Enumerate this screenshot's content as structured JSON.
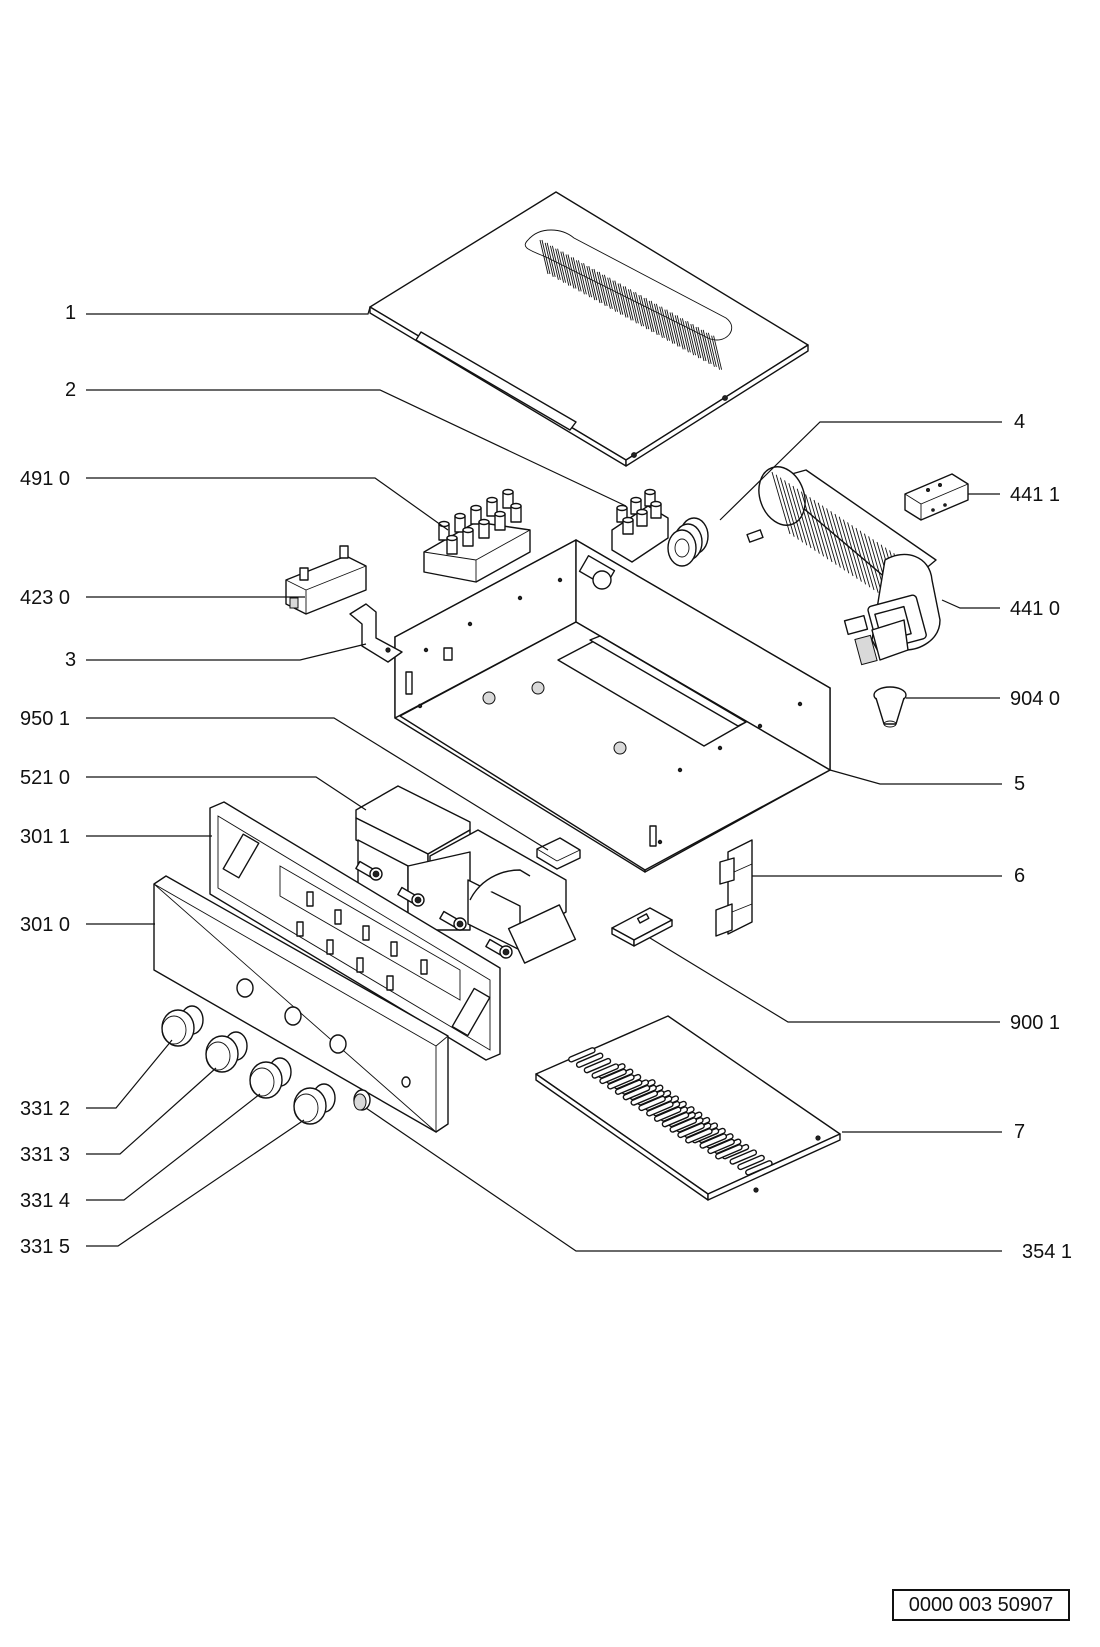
{
  "labels": {
    "p1": "1",
    "p2": "2",
    "p4910": "491 0",
    "p4230": "423 0",
    "p3": "3",
    "p9501": "950 1",
    "p5210": "521 0",
    "p3011": "301 1",
    "p3010": "301 0",
    "p3312": "331 2",
    "p3313": "331 3",
    "p3314": "331 4",
    "p3315": "331 5",
    "p4": "4",
    "p4411": "441 1",
    "p4410": "441 0",
    "p9040": "904 0",
    "p5": "5",
    "p6": "6",
    "p9001": "900 1",
    "p7": "7",
    "p3541": "354 1"
  },
  "document_number": "0000 003 50907"
}
